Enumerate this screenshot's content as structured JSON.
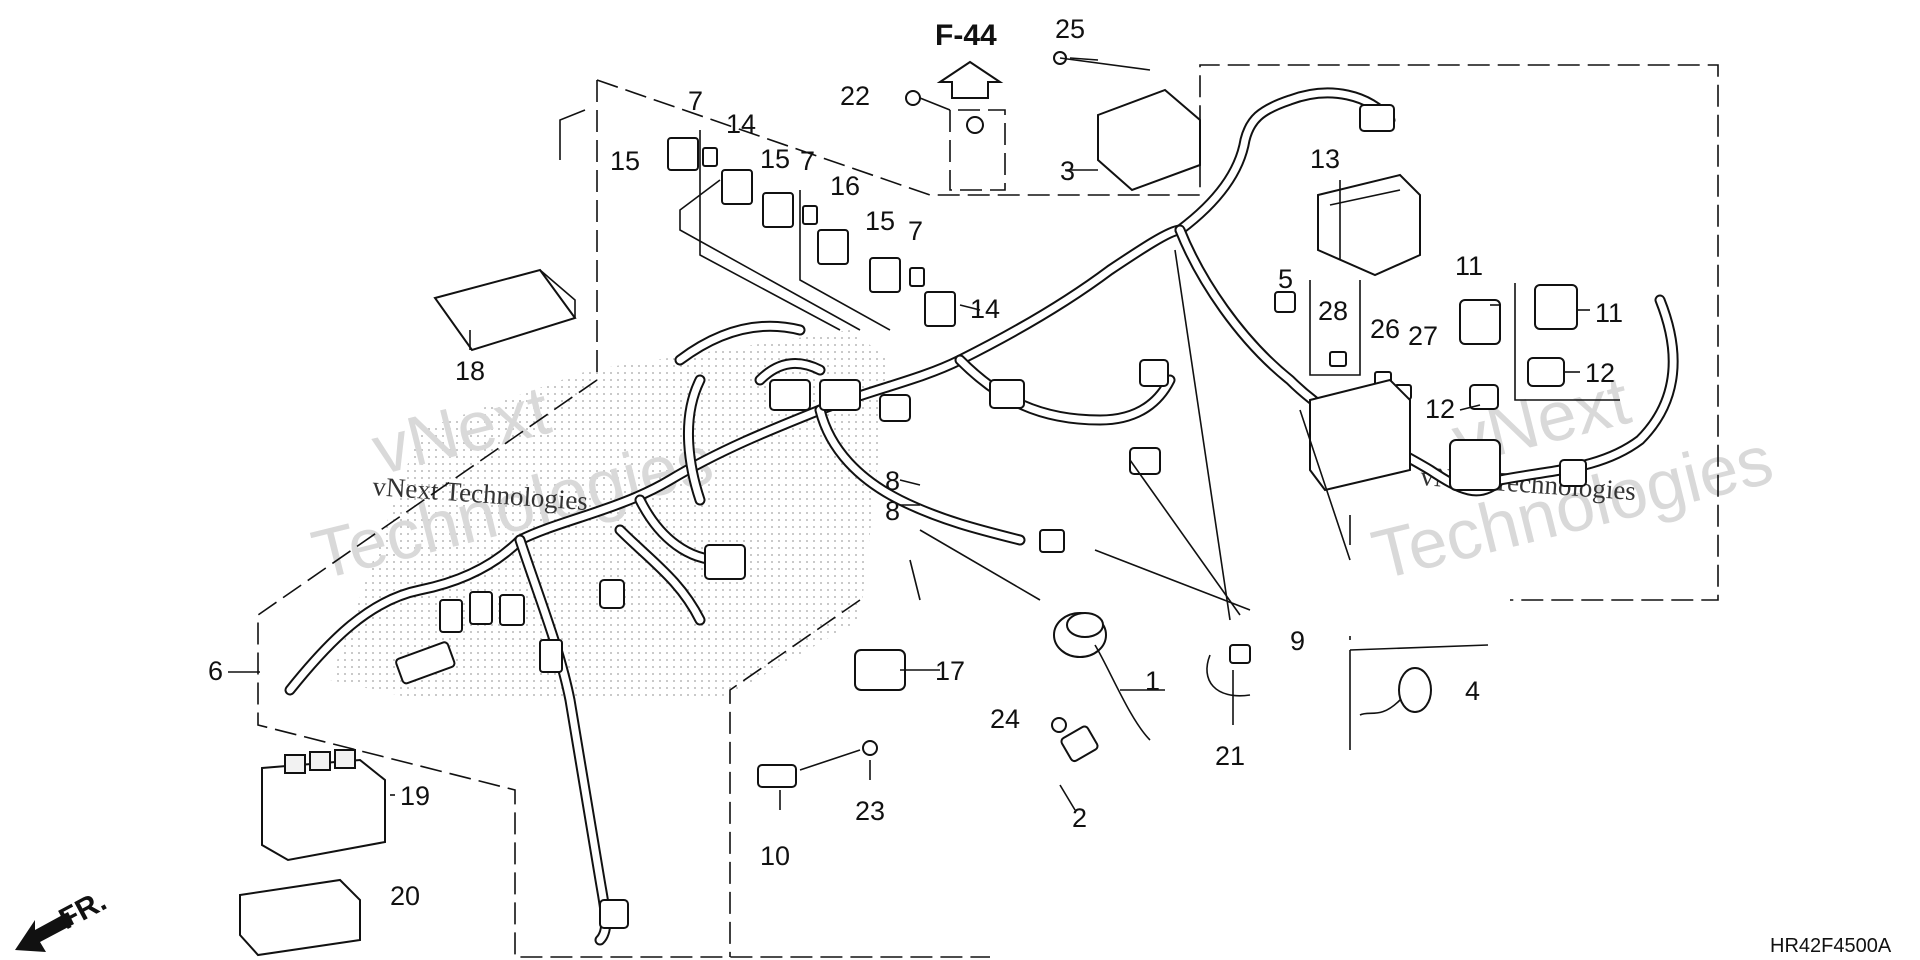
{
  "ref": "F-44",
  "diagram_code": "HR42F4500A",
  "front_mark": "FR.",
  "watermark": {
    "left_line1": "vNext",
    "left_line2": "Technologies",
    "right_line1": "vNext",
    "right_line2": "Technologies",
    "inline_left": "vNext Technologies",
    "inline_right": "vNext Technologies"
  },
  "callouts": {
    "c1": "1",
    "c2": "2",
    "c3": "3",
    "c4": "4",
    "c5": "5",
    "c6": "6",
    "c7a": "7",
    "c7b": "7",
    "c7c": "7",
    "c8a": "8",
    "c8b": "8",
    "c9": "9",
    "c10": "10",
    "c11a": "11",
    "c11b": "11",
    "c12a": "12",
    "c12b": "12",
    "c13": "13",
    "c14a": "14",
    "c14b": "14",
    "c15a": "15",
    "c15b": "15",
    "c15c": "15",
    "c16": "16",
    "c17": "17",
    "c18": "18",
    "c19": "19",
    "c20": "20",
    "c21": "21",
    "c22": "22",
    "c23": "23",
    "c24": "24",
    "c25": "25",
    "c26": "26",
    "c27": "27",
    "c28": "28"
  }
}
